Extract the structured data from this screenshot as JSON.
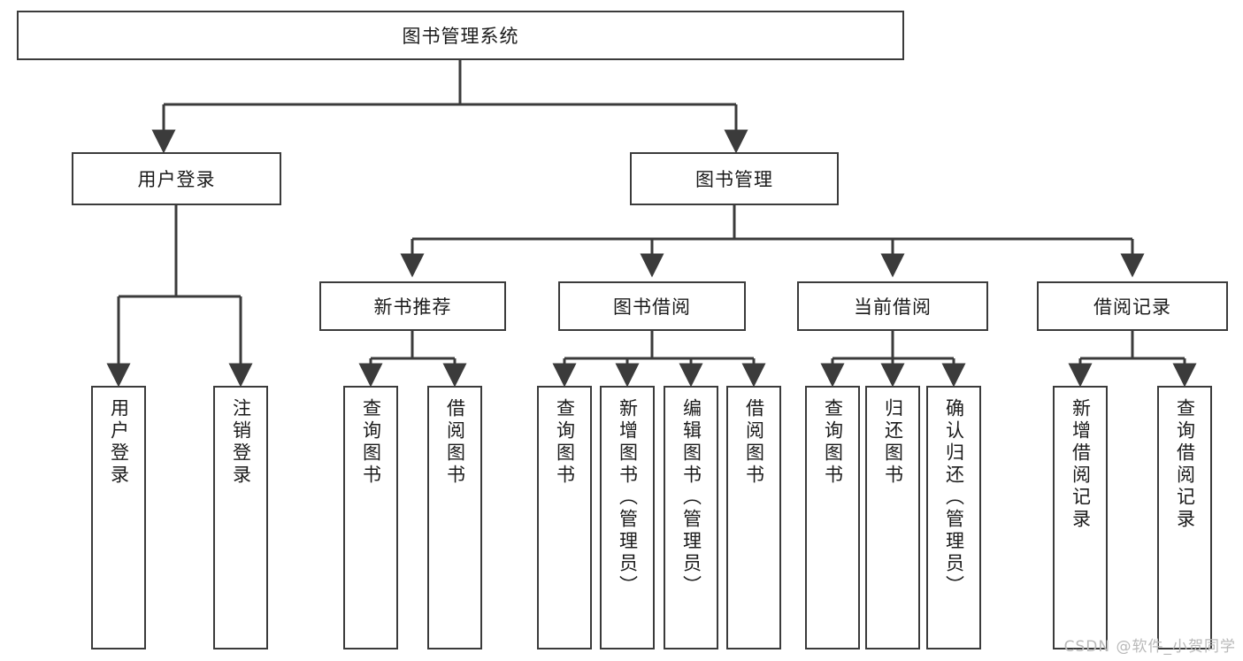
{
  "diagram": {
    "title": "图书管理系统",
    "type": "hierarchy-tree",
    "levels": 4
  },
  "root": {
    "label": "图书管理系统"
  },
  "level2": [
    {
      "label": "用户登录"
    },
    {
      "label": "图书管理"
    }
  ],
  "level3": [
    {
      "label": "新书推荐"
    },
    {
      "label": "图书借阅"
    },
    {
      "label": "当前借阅"
    },
    {
      "label": "借阅记录"
    }
  ],
  "leaves": {
    "user_login": [
      {
        "label": "用户登录"
      },
      {
        "label": "注销登录"
      }
    ],
    "new_book_rec": [
      {
        "label": "查询图书"
      },
      {
        "label": "借阅图书"
      }
    ],
    "book_borrow": [
      {
        "label": "查询图书"
      },
      {
        "label": "新增图书（管理员）"
      },
      {
        "label": "编辑图书（管理员）"
      },
      {
        "label": "借阅图书"
      }
    ],
    "current_borrow": [
      {
        "label": "查询图书"
      },
      {
        "label": "归还图书"
      },
      {
        "label": "确认归还（管理员）"
      }
    ],
    "borrow_record": [
      {
        "label": "新增借阅记录"
      },
      {
        "label": "查询借阅记录"
      }
    ]
  },
  "watermark": {
    "text": "CSDN @软件_小贺同学"
  },
  "colors": {
    "stroke": "#3b3b3b",
    "text": "#1b1b1b",
    "background": "#ffffff",
    "watermark": "#b9b9b9"
  }
}
